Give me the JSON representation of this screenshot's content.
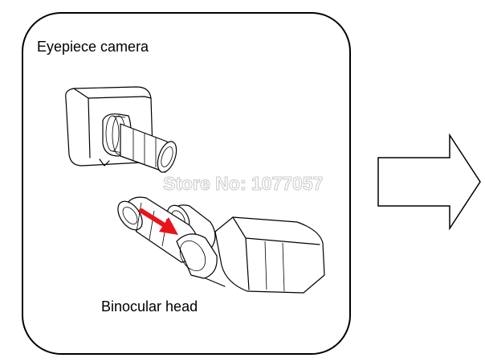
{
  "panel": {
    "camera_label": "Eyepiece camera",
    "head_label": "Binocular head"
  },
  "watermark": {
    "text": "Store No: 1077057"
  },
  "colors": {
    "border": "#000000",
    "arrow_red": "#e8141a",
    "watermark_fill": "#ffffff",
    "watermark_stroke": "#c8c8c8"
  },
  "icons": {
    "camera": "eyepiece-camera-icon",
    "head": "binocular-head-icon",
    "insert_arrow": "red-arrow-icon",
    "next_arrow": "right-arrow-icon"
  }
}
